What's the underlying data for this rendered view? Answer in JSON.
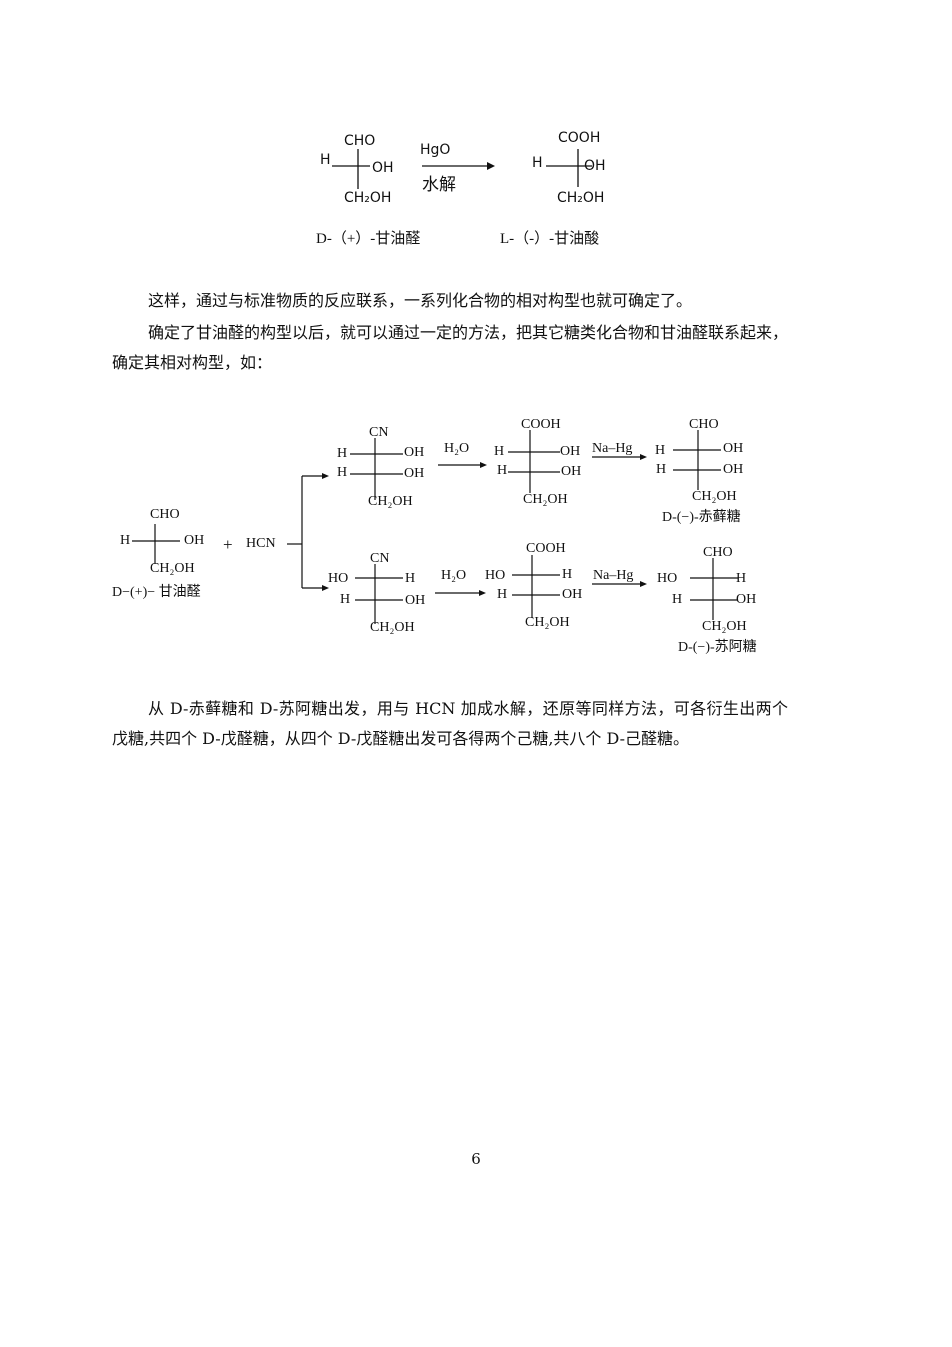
{
  "figure1": {
    "reactant": {
      "top": "CHO",
      "left": "H",
      "right": "OH",
      "bottom": "CH₂OH",
      "caption": "D-（+）-甘油醛"
    },
    "reagent": {
      "above": "HgO",
      "below": "水解"
    },
    "product": {
      "top": "COOH",
      "left": "H",
      "right": "OH",
      "bottom": "CH₂OH",
      "caption": "L-（-）-甘油酸"
    }
  },
  "paragraphs": {
    "p1": "这样，通过与标准物质的反应联系，一系列化合物的相对构型也就可确定了。",
    "p2": "确定了甘油醛的构型以后，就可以通过一定的方法，把其它糖类化合物和甘油醛联系起来，确定其相对构型，如：",
    "p3": "从 D-赤藓糖和 D-苏阿糖出发，用与 HCN 加成水解，还原等同样方法，可各衍生出两个戊糖,共四个 D-戊醛糖，从四个 D-戊醛糖出发可各得两个己糖,共八个 D-己醛糖。"
  },
  "figure2": {
    "start": {
      "top": "CHO",
      "left": "H",
      "right": "OH",
      "bottom": "CH₂OH",
      "caption": "D−(+)− 甘油醛"
    },
    "plus": "+",
    "hcn": "HCN",
    "upper": {
      "nitrile": {
        "top": "CN",
        "r1_left": "H",
        "r1_right": "OH",
        "r2_left": "H",
        "r2_right": "OH",
        "bottom": "CH₂OH"
      },
      "arrow1": "H₂O",
      "acid": {
        "top": "COOH",
        "r1_left": "H",
        "r1_right": "OH",
        "r2_left": "H",
        "r2_right": "OH",
        "bottom": "CH₂OH"
      },
      "arrow2": "Na–Hg",
      "sugar": {
        "top": "CHO",
        "r1_left": "H",
        "r1_right": "OH",
        "r2_left": "H",
        "r2_right": "OH",
        "bottom": "CH₂OH",
        "caption": "D-(−)-赤藓糖"
      }
    },
    "lower": {
      "nitrile": {
        "top": "CN",
        "r1_left": "HO",
        "r1_right": "H",
        "r2_left": "H",
        "r2_right": "OH",
        "bottom": "CH₂OH"
      },
      "arrow1": "H₂O",
      "acid": {
        "top": "COOH",
        "r1_left": "HO",
        "r1_right": "H",
        "r2_left": "H",
        "r2_right": "OH",
        "bottom": "CH₂OH"
      },
      "arrow2": "Na–Hg",
      "sugar": {
        "top": "CHO",
        "r1_left": "HO",
        "r1_right": "H",
        "r2_left": "H",
        "r2_right": "OH",
        "bottom": "CH₂OH",
        "caption": "D-(−)-苏阿糖"
      }
    }
  },
  "page_number": "6"
}
